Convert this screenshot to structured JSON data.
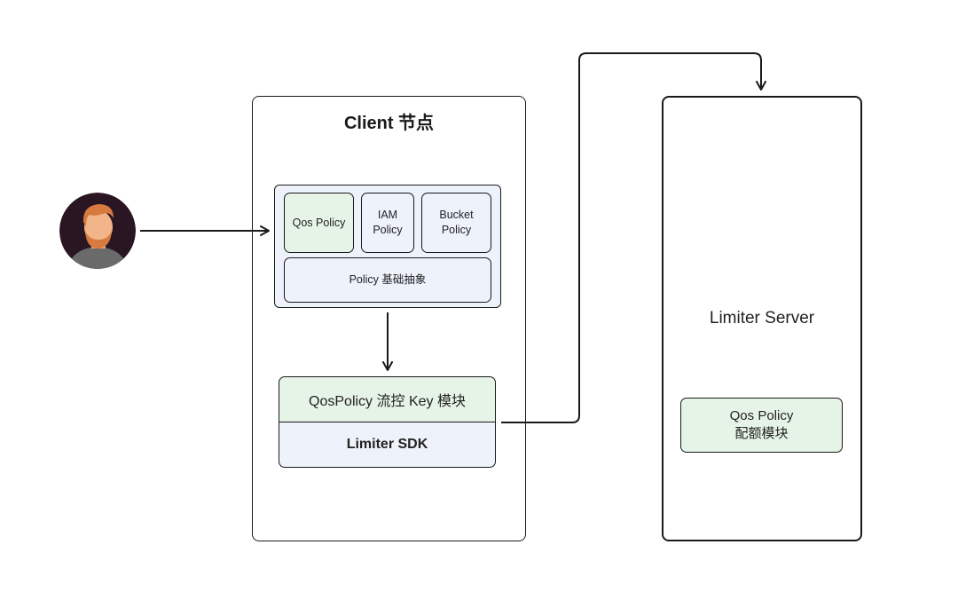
{
  "client_node": {
    "title": "Client 节点"
  },
  "policies": {
    "qos": "Qos Policy",
    "iam_line1": "IAM",
    "iam_line2": "Policy",
    "bucket_line1": "Bucket",
    "bucket_line2": "Policy",
    "base": "Policy 基础抽象"
  },
  "sdk": {
    "qos_key_module": "QosPolicy 流控 Key 模块",
    "limiter_sdk": "Limiter SDK"
  },
  "server": {
    "title": "Limiter Server",
    "quota_line1": "Qos Policy",
    "quota_line2": "配额模块"
  },
  "colors": {
    "green_fill": "#e6f4e7",
    "blue_fill": "#eef2fb",
    "stroke": "#1a1a1a",
    "avatar_bg": "#2a1622"
  },
  "icons": {
    "user": "user-avatar-icon"
  }
}
